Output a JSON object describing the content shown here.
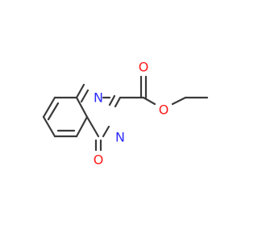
{
  "molecule": {
    "atoms": {
      "n1": "N",
      "n3": "N",
      "o_ketone": "O",
      "o_carbonyl": "O",
      "o_ester": "O"
    },
    "colors": {
      "bond": "#3a3a3a",
      "nitrogen": "#2b2bff",
      "oxygen": "#ff1a1a",
      "background": "#ffffff"
    }
  }
}
